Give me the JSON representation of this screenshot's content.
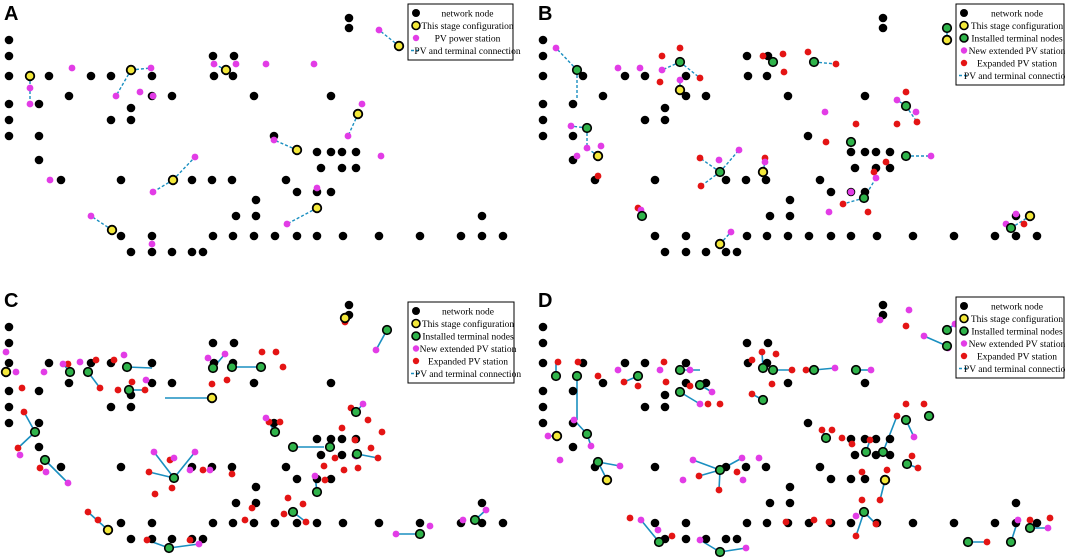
{
  "colors": {
    "network_node": "#000000",
    "stage_config": "#f3e83a",
    "installed_terminal": "#2fb34a",
    "pv_new": "#e23ce6",
    "pv_expanded": "#e41414",
    "connection": "#1a8fc0"
  },
  "panels": [
    {
      "id": "A",
      "letter": "A",
      "legend": [
        {
          "symbol": "network-node",
          "label": "network node"
        },
        {
          "symbol": "stage-config",
          "label": "This stage configuration"
        },
        {
          "symbol": "pv-station",
          "label": "PV power station"
        },
        {
          "symbol": "connection-dashed",
          "label": "PV and terminal connection"
        }
      ]
    },
    {
      "id": "B",
      "letter": "B",
      "legend": [
        {
          "symbol": "network-node",
          "label": "network node"
        },
        {
          "symbol": "stage-config",
          "label": "This stage configuration"
        },
        {
          "symbol": "installed-terminal",
          "label": "Installed terminal nodes"
        },
        {
          "symbol": "pv-new",
          "label": "New extended PV station"
        },
        {
          "symbol": "pv-expanded",
          "label": "Expanded PV station"
        },
        {
          "symbol": "connection-dashed",
          "label": "PV and terminal connection"
        }
      ]
    },
    {
      "id": "C",
      "letter": "C",
      "legend": [
        {
          "symbol": "network-node",
          "label": "network node"
        },
        {
          "symbol": "stage-config",
          "label": "This stage configuration"
        },
        {
          "symbol": "installed-terminal",
          "label": "Installed terminal nodes"
        },
        {
          "symbol": "pv-new",
          "label": "New extended PV station"
        },
        {
          "symbol": "pv-expanded",
          "label": "Expanded PV station"
        },
        {
          "symbol": "connection-dashed",
          "label": "PV and terminal connection"
        }
      ]
    },
    {
      "id": "D",
      "letter": "D",
      "legend": [
        {
          "symbol": "network-node",
          "label": "network node"
        },
        {
          "symbol": "stage-config",
          "label": "This stage configuration"
        },
        {
          "symbol": "installed-terminal",
          "label": "Installed terminal nodes"
        },
        {
          "symbol": "pv-new",
          "label": "New extended PV station"
        },
        {
          "symbol": "pv-expanded",
          "label": "Expanded PV station"
        },
        {
          "symbol": "connection-dashed",
          "label": "PV and terminal connection"
        }
      ]
    }
  ]
}
